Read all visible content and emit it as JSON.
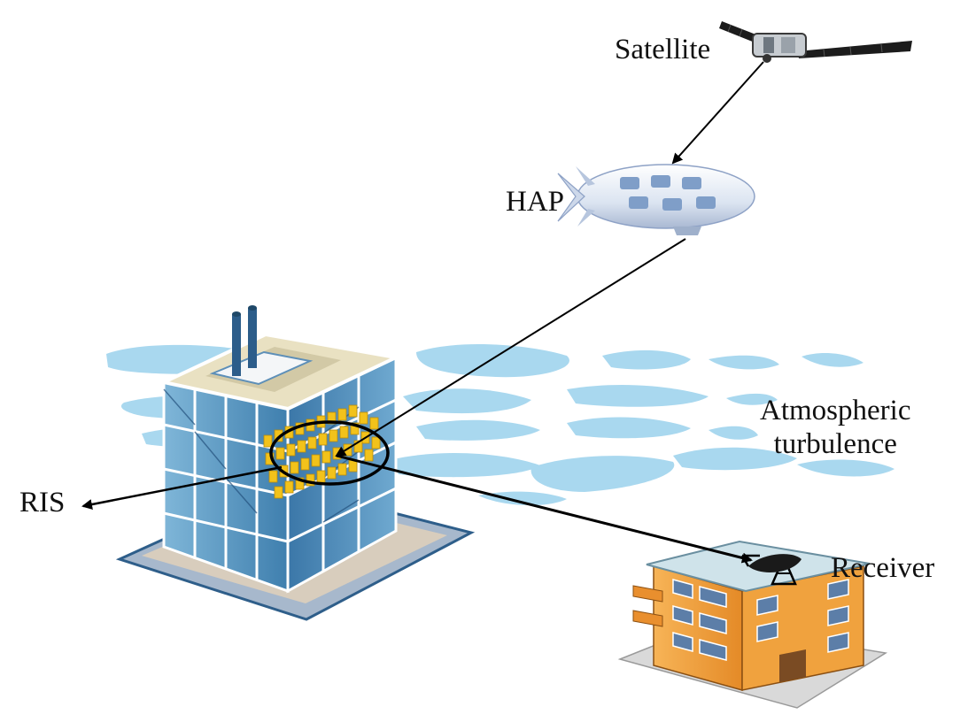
{
  "diagram": {
    "labels": {
      "satellite": "Satellite",
      "hap": "HAP",
      "atmospheric_line1": "Atmospheric",
      "atmospheric_line2": "turbulence",
      "ris": "RIS",
      "receiver": "Receiver"
    },
    "colors": {
      "cloud": "#a9d8ef",
      "building_glass": "#5f9fc7",
      "building_frame": "#ffffff",
      "ris_panel": "#f2c21b",
      "balloon": "#e9eef7",
      "balloon_panel": "#7f9ec8",
      "receiver_wall": "#f0a23e",
      "receiver_roof": "#cfe3ea",
      "line": "#000000"
    },
    "icons": [
      "satellite-icon",
      "hap-airship-icon",
      "ris-building-icon",
      "receiver-building-icon",
      "dish-antenna-icon"
    ]
  }
}
